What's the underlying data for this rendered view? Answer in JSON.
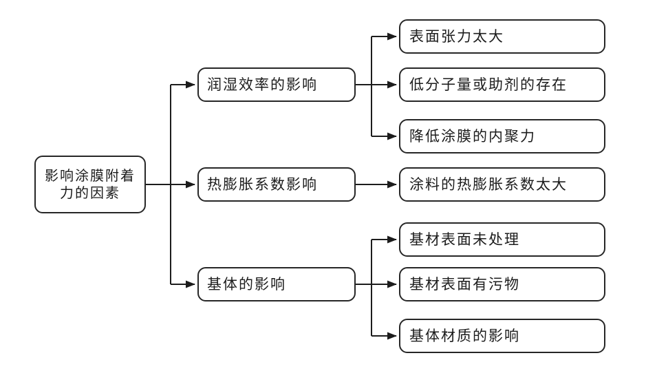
{
  "diagram": {
    "root": {
      "lines": [
        "影响涂膜附着",
        "力的因素"
      ]
    },
    "branches": [
      {
        "label": "润湿效率的影响",
        "children": [
          "表面张力太大",
          "低分子量或助剂的存在",
          "降低涂膜的内聚力"
        ]
      },
      {
        "label": "热膨胀系数影响",
        "children": [
          "涂料的热膨胀系数太大"
        ]
      },
      {
        "label": "基体的影响",
        "children": [
          "基材表面未处理",
          "基材表面有污物",
          "基体材质的影响"
        ]
      }
    ],
    "colors": {
      "background": "#ffffff",
      "box_border": "#262626",
      "text": "#1c1c1c",
      "line": "#1c1c1c"
    }
  }
}
